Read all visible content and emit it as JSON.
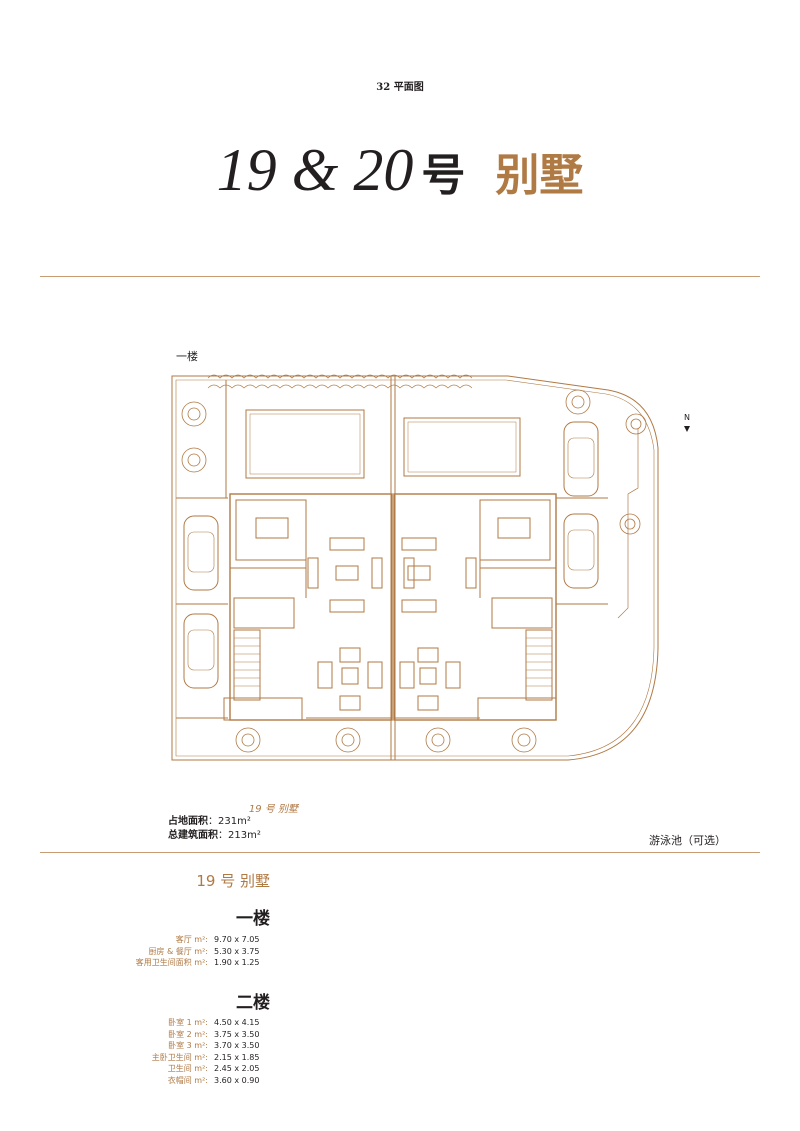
{
  "page_label": "32 平面图",
  "title": {
    "number": "19 & 20",
    "hao": "号",
    "villa": "别墅"
  },
  "floor_caption": "一楼",
  "compass_label": "N",
  "info": {
    "title": "19 号  别墅",
    "land_area_label": "占地面积",
    "land_area_value": "：231m²",
    "build_area_label": "总建筑面积",
    "build_area_value": "：213m²"
  },
  "pool_note": "游泳池（可选）",
  "section_title": "19 号  别墅",
  "floor1": {
    "heading": "一楼",
    "rooms": [
      {
        "label": "客厅  m²:",
        "value": "9.70 x 7.05"
      },
      {
        "label": "厨房 & 餐厅  m²:",
        "value": "5.30 x 3.75"
      },
      {
        "label": "客用卫生间面积  m²:",
        "value": "1.90 x 1.25"
      }
    ]
  },
  "floor2": {
    "heading": "二楼",
    "rooms": [
      {
        "label": "卧室 1  m²:",
        "value": "4.50 x 4.15"
      },
      {
        "label": "卧室 2  m²:",
        "value": "3.75 x 3.50"
      },
      {
        "label": "卧室 3  m²:",
        "value": "3.70 x 3.50"
      },
      {
        "label": "主卧卫生间  m²:",
        "value": "2.15 x 1.85"
      },
      {
        "label": "卫生间  m²:",
        "value": "2.45 x 2.05"
      },
      {
        "label": "衣帽间  m²:",
        "value": "3.60 x 0.90"
      }
    ]
  },
  "colors": {
    "accent": "#b07a45",
    "line": "#c79b74",
    "text": "#231f20"
  }
}
